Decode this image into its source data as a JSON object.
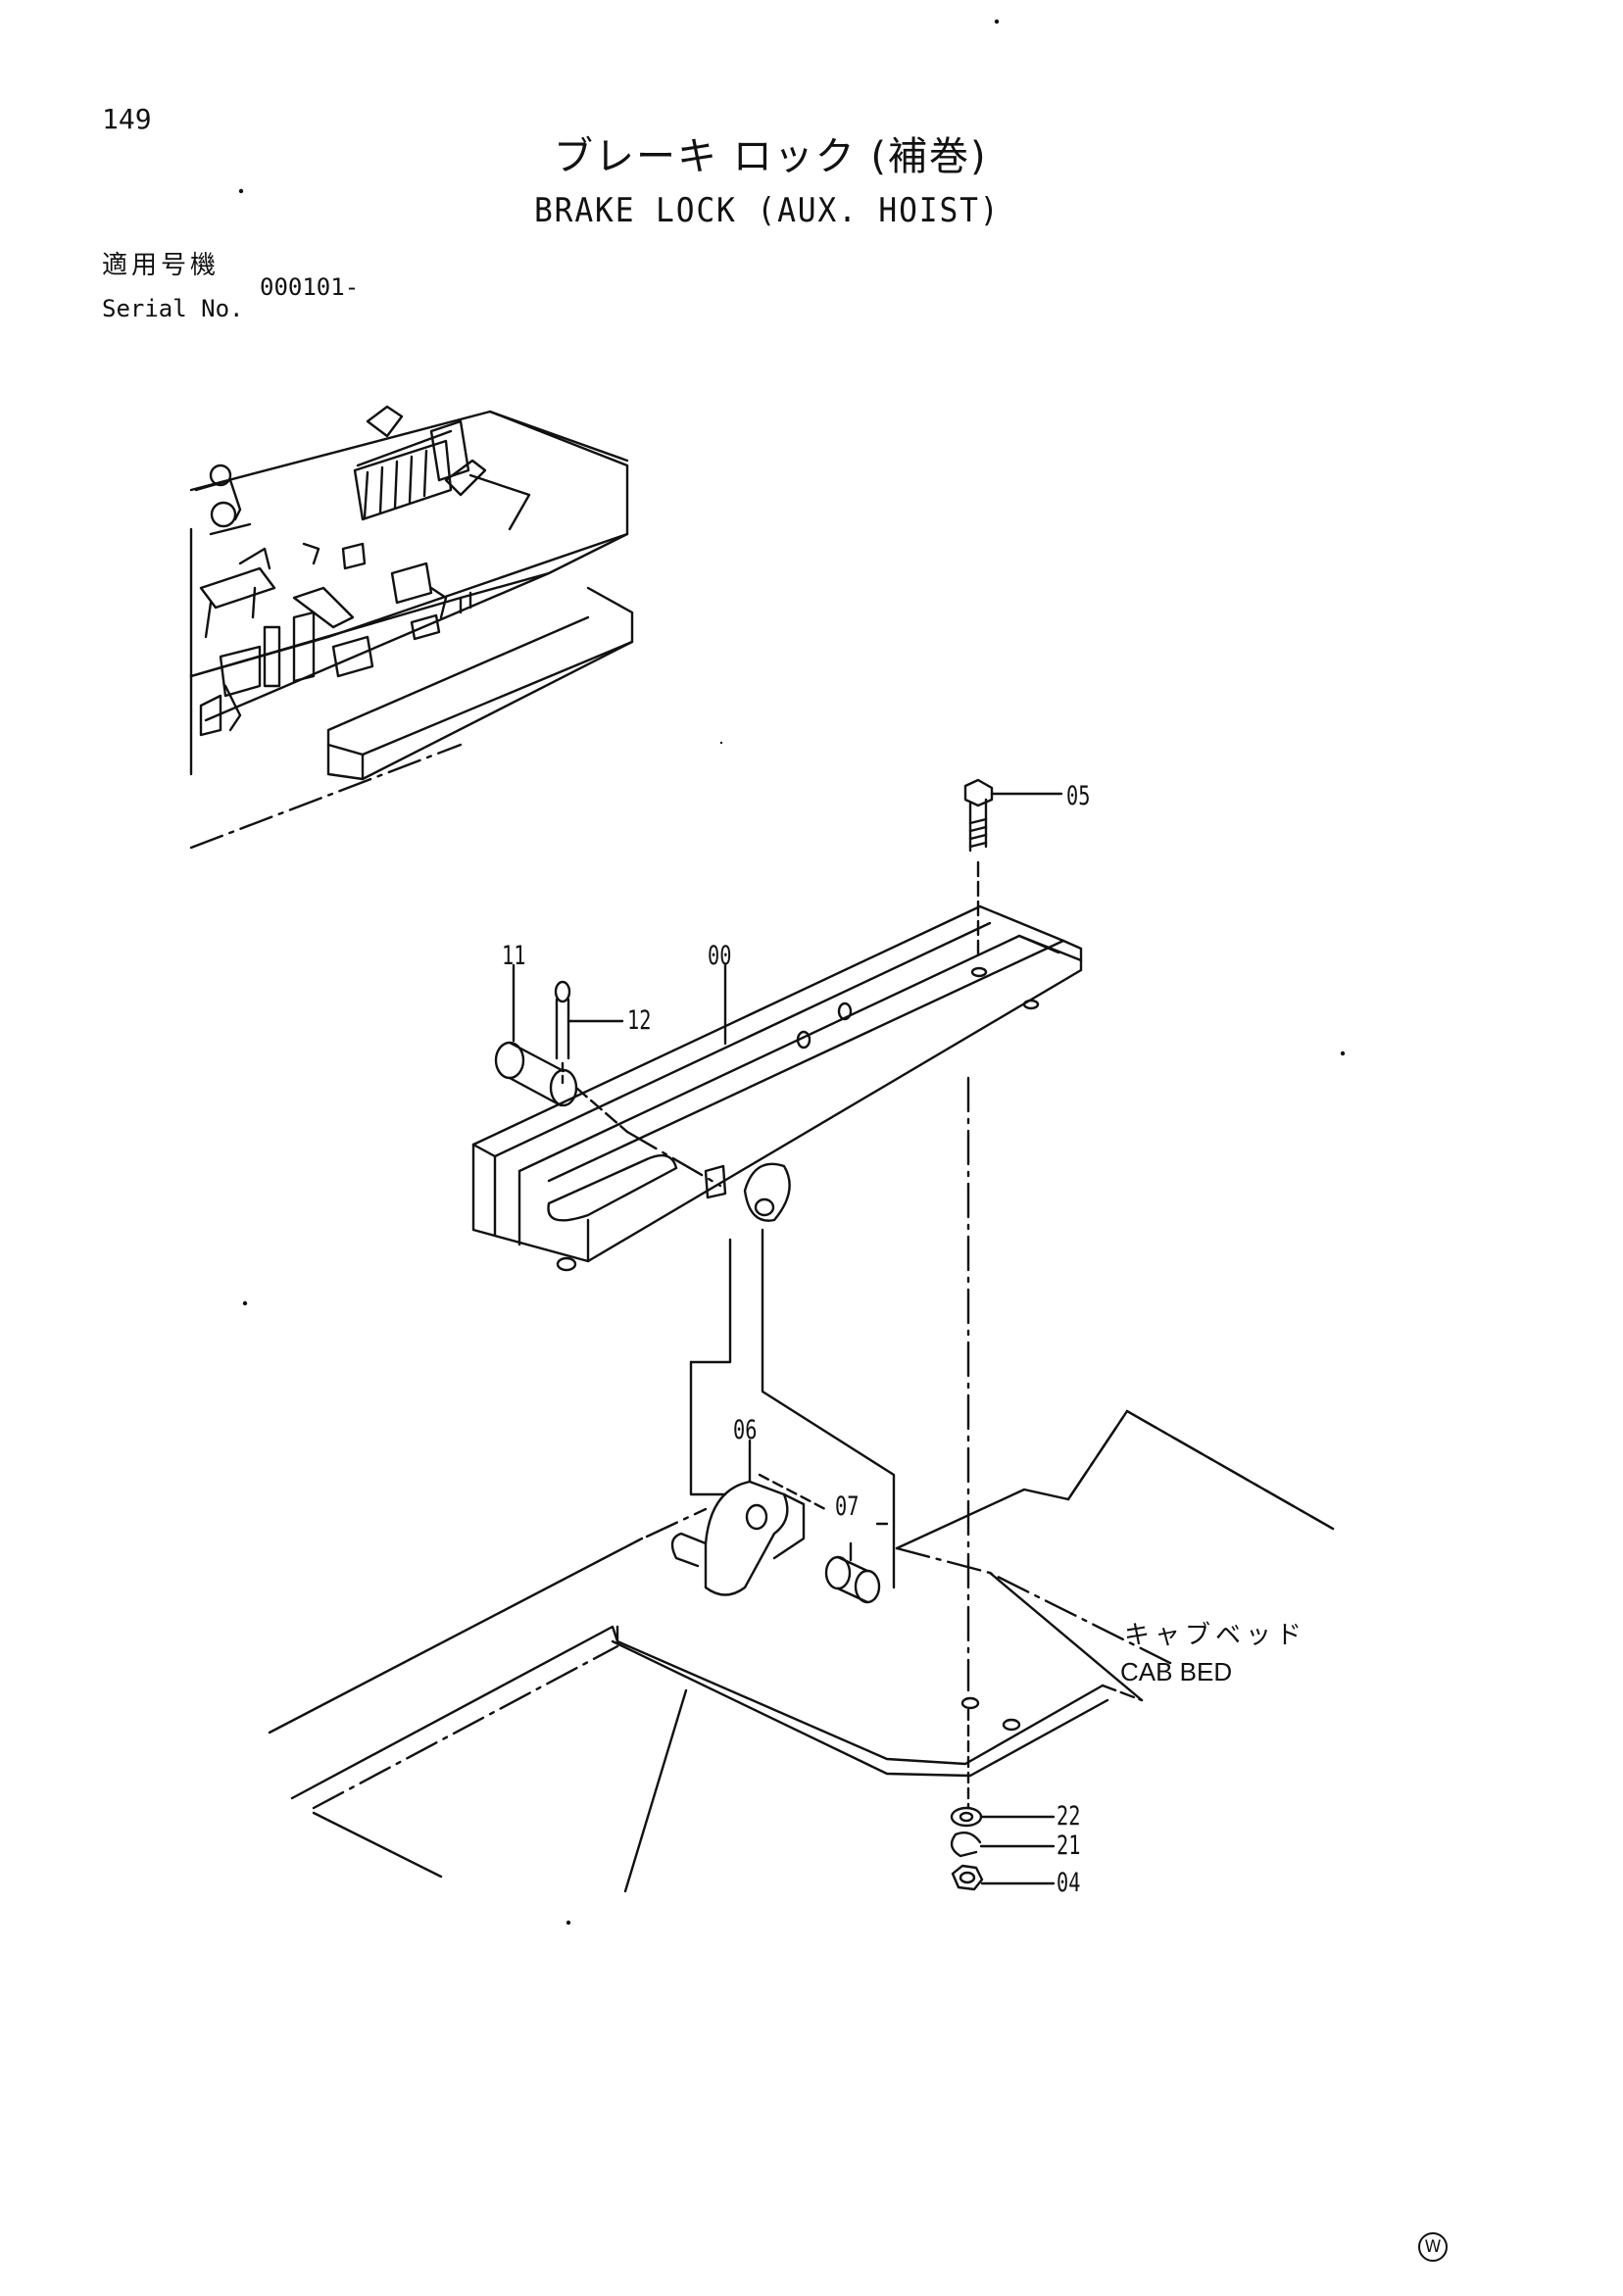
{
  "page_number": "149",
  "title_jp": "ブレーキ ロック (補巻)",
  "title_en": "BRAKE LOCK (AUX. HOIST)",
  "serial": {
    "label_jp": "適用号機",
    "label_en": "Serial No.",
    "value": "000101-"
  },
  "cab_bed": {
    "label_jp": "キャブベッド",
    "label_en": "CAB BED"
  },
  "part_callouts": [
    "05",
    "11",
    "00",
    "12",
    "06",
    "07",
    "22",
    "21",
    "04"
  ],
  "corner_mark": "W"
}
